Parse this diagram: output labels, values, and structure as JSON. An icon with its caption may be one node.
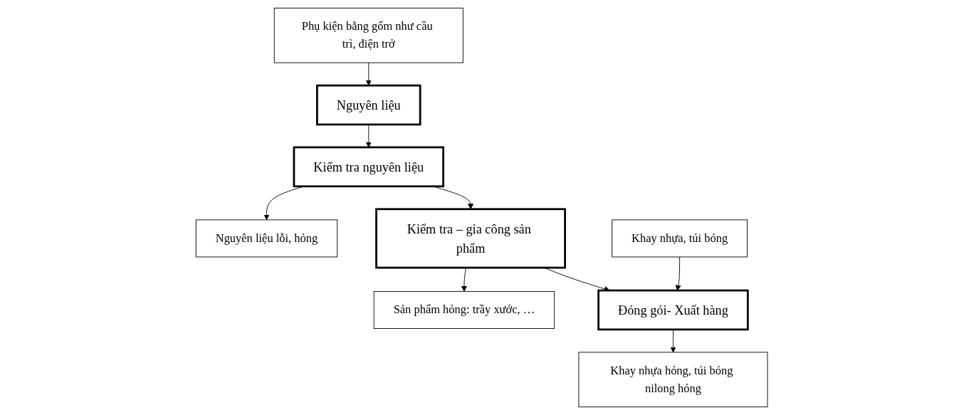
{
  "diagram": {
    "nodes": [
      {
        "text": [
          "Phụ kiện bằng gốm như cầu trì, điện trở"
        ]
      },
      {
        "text": [
          "Nguyên liệu"
        ]
      },
      {
        "text": [
          "Kiểm tra nguyên liệu"
        ]
      },
      {
        "text": [
          "Nguyên liệu lỗi, hỏng"
        ]
      },
      {
        "text": [
          "Kiểm tra – gia công sản phẩm"
        ]
      },
      {
        "text": [
          "Sản phẩm hỏng: trầy xước, …"
        ]
      },
      {
        "text": [
          "Khay nhựa, túi bóng"
        ]
      },
      {
        "text": [
          "Đóng gói- Xuất hàng"
        ]
      },
      {
        "text": [
          "Khay nhựa hỏng, túi bóng nilong hỏng"
        ]
      }
    ],
    "edges": [
      {
        "from": 0,
        "to": 1,
        "arrow": "to"
      },
      {
        "from": 1,
        "to": 2,
        "arrow": "to"
      },
      {
        "from": 2,
        "to": 3,
        "arrow": "to"
      },
      {
        "from": 2,
        "to": 4,
        "arrow": "to"
      },
      {
        "from": 4,
        "to": 5,
        "arrow": "to"
      },
      {
        "from": 4,
        "to": 7,
        "arrow": "to"
      },
      {
        "from": 6,
        "to": 7,
        "arrow": "to"
      },
      {
        "from": 7,
        "to": 8,
        "arrow": "to"
      }
    ]
  }
}
